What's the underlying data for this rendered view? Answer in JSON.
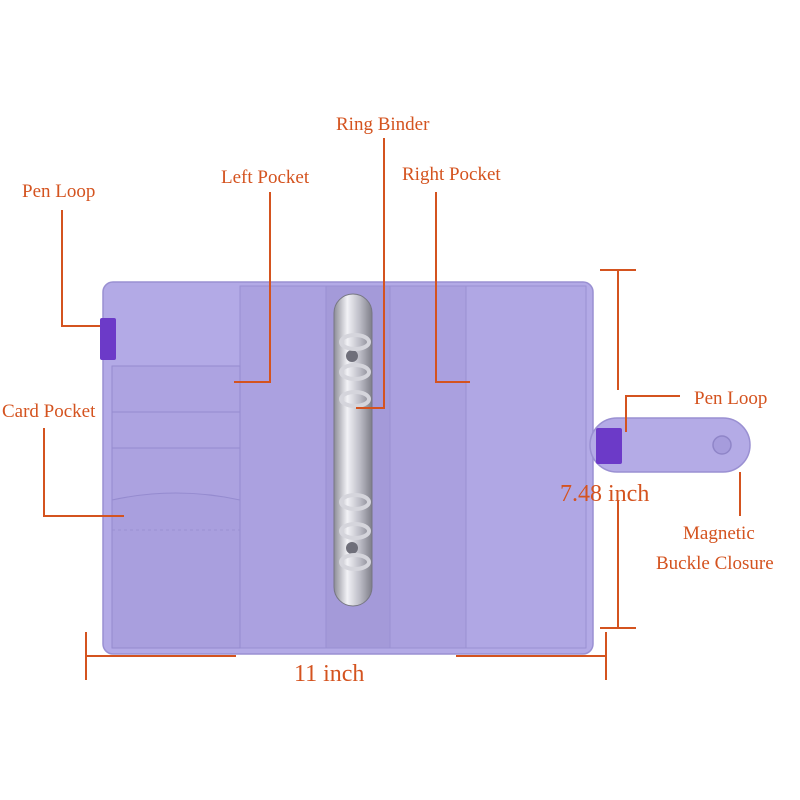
{
  "labels": {
    "pen_loop_left": "Pen Loop",
    "left_pocket": "Left Pocket",
    "ring_binder": "Ring Binder",
    "right_pocket": "Right Pocket",
    "card_pocket": "Card Pocket",
    "pen_loop_right": "Pen Loop",
    "magnetic": "Magnetic",
    "buckle_closure": "Buckle Closure"
  },
  "dimensions": {
    "height": "7.48 inch",
    "width": "11 inch"
  },
  "colors": {
    "annotation": "#d4531f",
    "binder_cover": "#b3aae6",
    "binder_inner": "#a79ddd",
    "pen_loop": "#6c3ac8",
    "rings": "#c9c9d2"
  }
}
